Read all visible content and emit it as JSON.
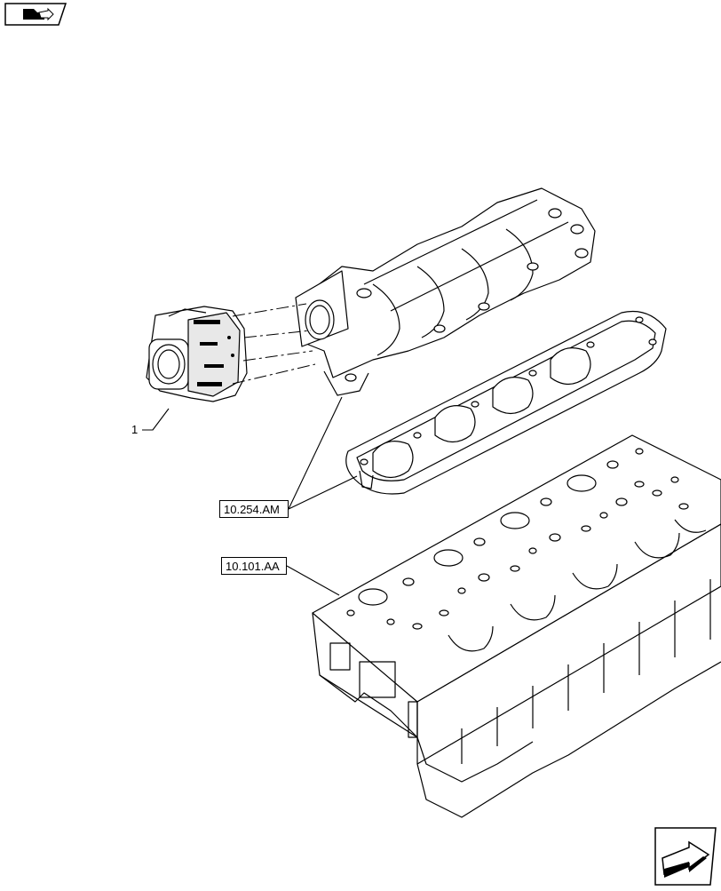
{
  "diagram": {
    "item_label": "1",
    "references": [
      "10.254.AM",
      "10.101.AA"
    ]
  },
  "icons": {
    "top_nav": "book-arrow-icon",
    "bottom_nav": "next-page-arrow-icon"
  },
  "colors": {
    "line": "#000000",
    "background": "#ffffff"
  }
}
